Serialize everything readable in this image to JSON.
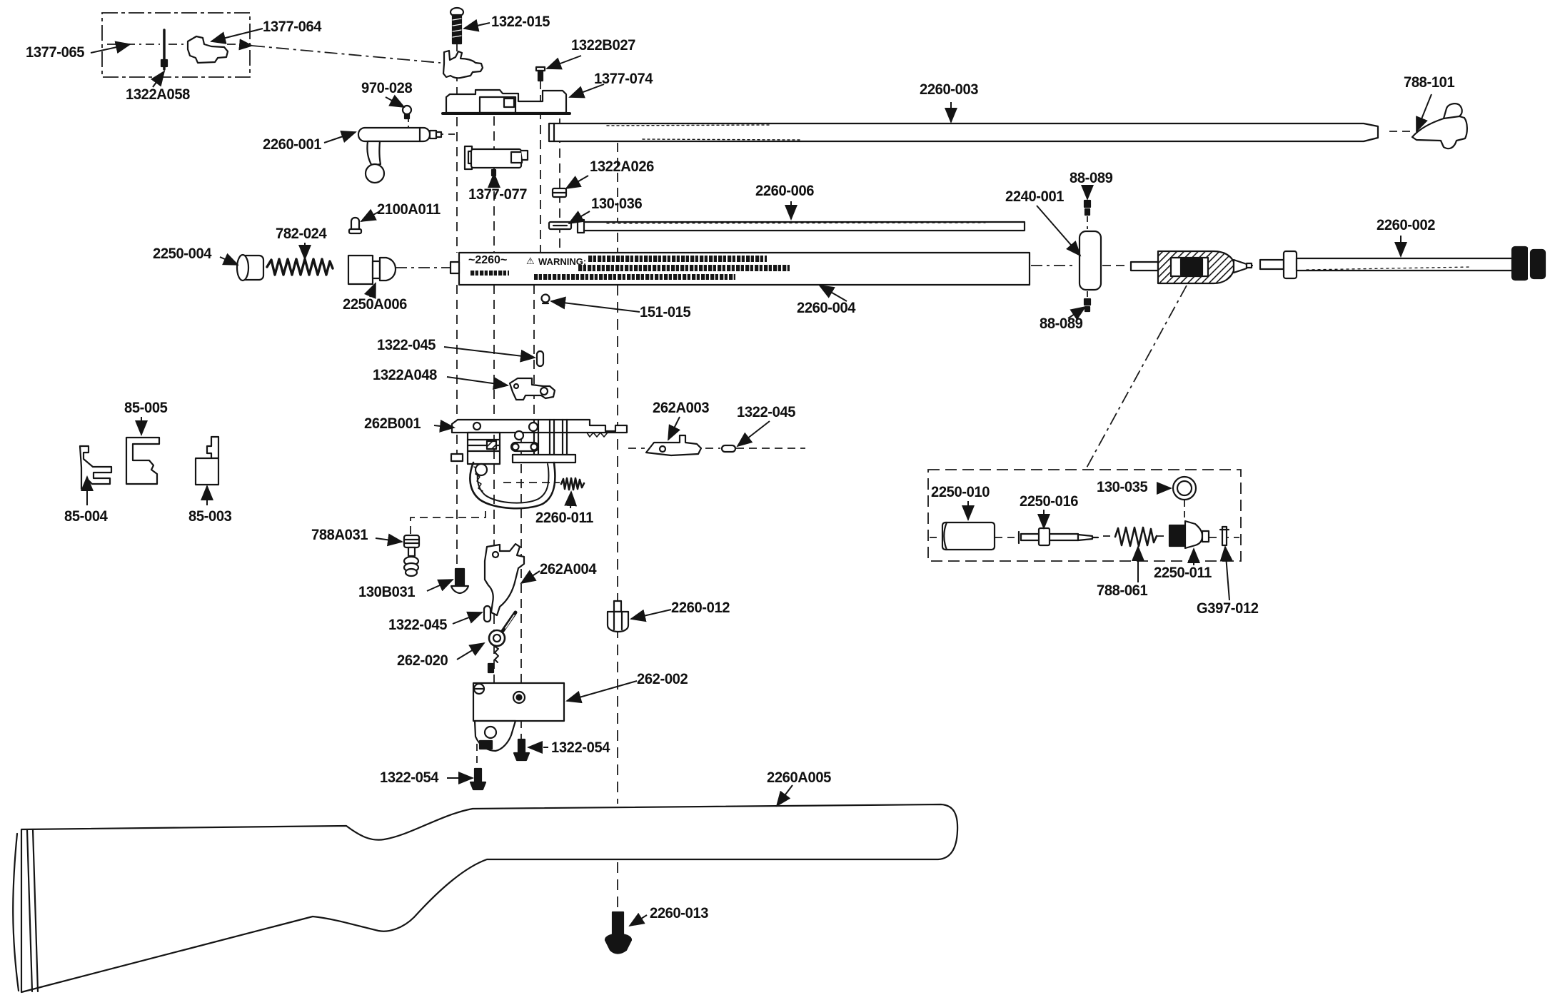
{
  "diagram": {
    "type": "exploded-parts-diagram",
    "background": "#ffffff",
    "line_color": "#141414",
    "tube_print": {
      "model": "~2260~",
      "warning_icon": "⚠",
      "warning_prefix": "WARNING:"
    },
    "parts": {
      "p1377_065": "1377-065",
      "p1377_064": "1377-064",
      "p1322A058": "1322A058",
      "p1322_015": "1322-015",
      "p1322B027": "1322B027",
      "p1377_074": "1377-074",
      "p970_028": "970-028",
      "p2260_001": "2260-001",
      "p1377_077": "1377-077",
      "p2260_003": "2260-003",
      "p788_101": "788-101",
      "p1322A026": "1322A026",
      "p130_036": "130-036",
      "p2260_006": "2260-006",
      "p2240_001": "2240-001",
      "p88_089": "88-089",
      "p2260_002": "2260-002",
      "p2100A011": "2100A011",
      "p782_024": "782-024",
      "p2250_004": "2250-004",
      "p2250A006": "2250A006",
      "p2260_004": "2260-004",
      "p151_015": "151-015",
      "p1322_045": "1322-045",
      "p1322A048": "1322A048",
      "p262B001": "262B001",
      "p262A003": "262A003",
      "p2260_011": "2260-011",
      "p85_005": "85-005",
      "p85_004": "85-004",
      "p85_003": "85-003",
      "p788A031": "788A031",
      "p130B031": "130B031",
      "p262A004": "262A004",
      "p262_020": "262-020",
      "p2260_012": "2260-012",
      "p262_002": "262-002",
      "p1322_054": "1322-054",
      "p2260A005": "2260A005",
      "p2260_013": "2260-013",
      "p2250_010": "2250-010",
      "p2250_016": "2250-016",
      "p130_035": "130-035",
      "p2250_011": "2250-011",
      "p788_061": "788-061",
      "pG397_012": "G397-012"
    }
  }
}
